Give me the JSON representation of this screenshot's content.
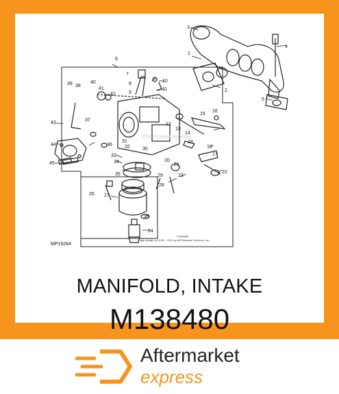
{
  "colors": {
    "brand_orange": "#f7941d",
    "text_dark": "#111111",
    "line": "#222222"
  },
  "part": {
    "name": "MANIFOLD, INTAKE",
    "number": "M138480"
  },
  "diagram": {
    "figure_id": "MP19284",
    "watermark": "Aftermarket express",
    "copyright_line1": "Copyright",
    "copyright_line2": "Page design (c) 2001 - 2019 by ARI Network Services, Inc.",
    "callouts": [
      "1",
      "2",
      "3",
      "4",
      "5",
      "6",
      "7",
      "8",
      "9",
      "10",
      "11",
      "12",
      "13",
      "14",
      "15",
      "16",
      "17",
      "18",
      "19",
      "20",
      "21",
      "22",
      "23",
      "24",
      "25",
      "26",
      "27",
      "28",
      "29",
      "30",
      "31",
      "32",
      "33",
      "34",
      "35",
      "36",
      "37",
      "38",
      "39",
      "40",
      "41",
      "42",
      "43",
      "44",
      "45"
    ]
  },
  "brand": {
    "line1": "Aftermarket",
    "line2": "express",
    "icon": "hexagon-arrow-logo-icon"
  }
}
